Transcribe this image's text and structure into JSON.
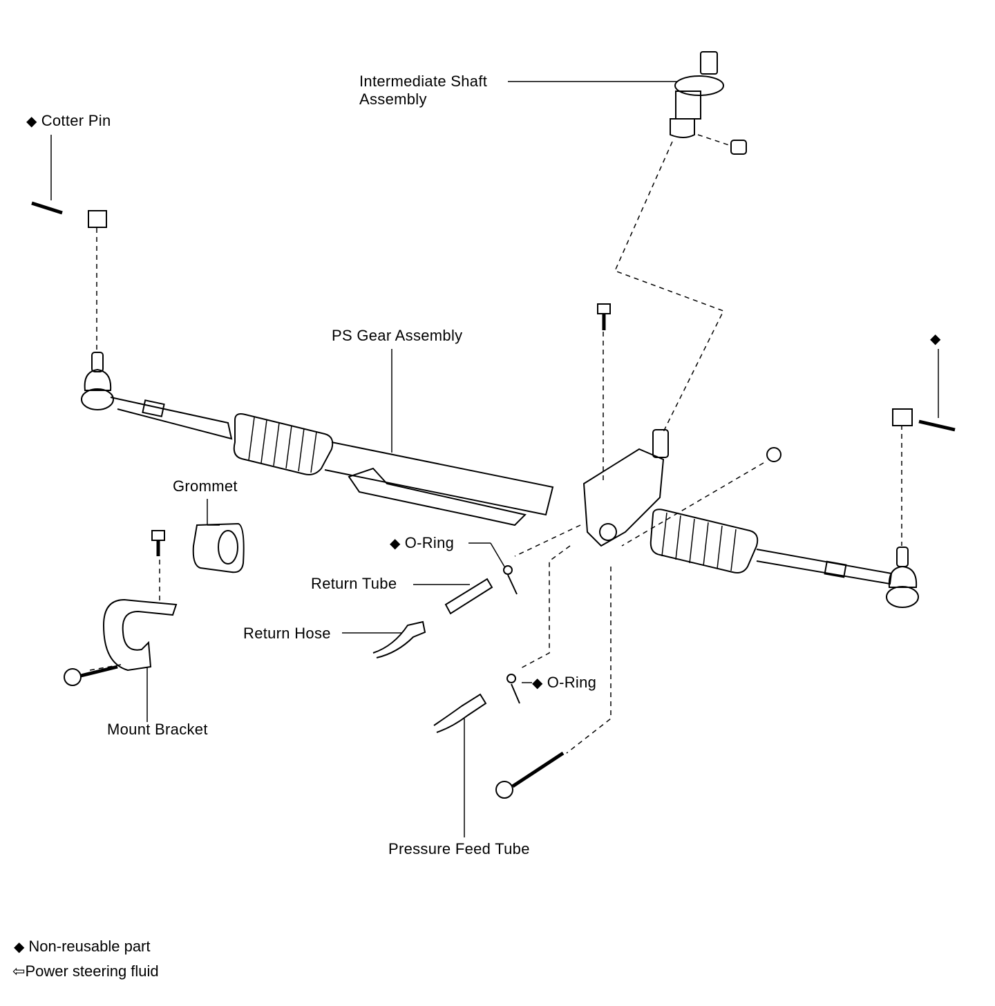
{
  "diagram": {
    "labels": {
      "intermediate_shaft_line1": "Intermediate Shaft",
      "intermediate_shaft_line2": "Assembly",
      "cotter_pin": "Cotter Pin",
      "ps_gear_assembly": "PS Gear Assembly",
      "grommet": "Grommet",
      "o_ring_upper": "O-Ring",
      "return_tube": "Return Tube",
      "return_hose": "Return Hose",
      "o_ring_lower": "O-Ring",
      "mount_bracket": "Mount Bracket",
      "pressure_feed_tube": "Pressure Feed Tube"
    },
    "symbols": {
      "non_reusable": "◆",
      "power_steering_fluid": "⇦"
    }
  },
  "legend": {
    "non_reusable_part": "Non-reusable part",
    "power_steering_fluid": "Power steering fluid"
  },
  "colors": {
    "ink": "#000000",
    "background": "#ffffff"
  }
}
